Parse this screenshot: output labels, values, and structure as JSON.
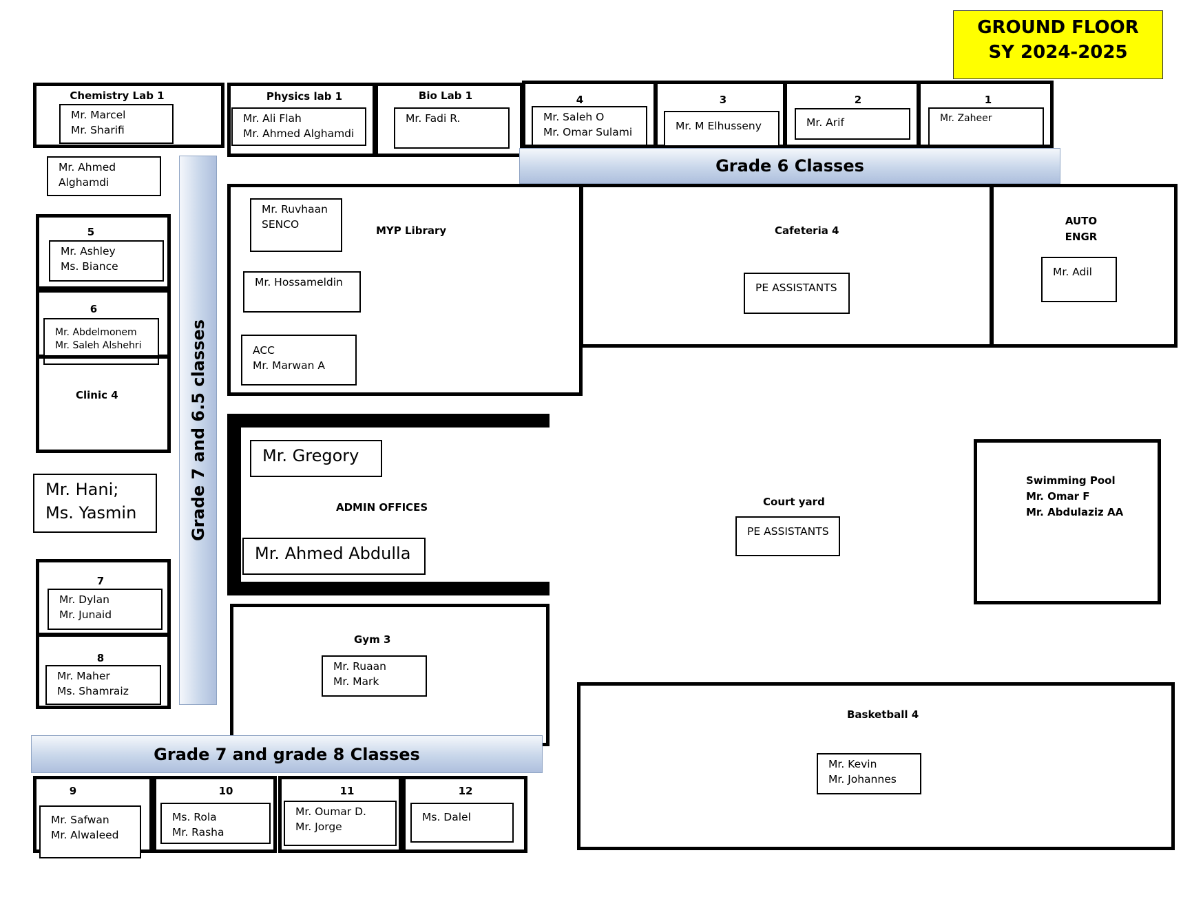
{
  "title": {
    "line1": "GROUND FLOOR",
    "line2": "SY 2024-2025"
  },
  "bands": {
    "grade6": "Grade 6 Classes",
    "grade78": "Grade 7 and grade 8 Classes",
    "grade7": "Grade 7 and 6.5  classes"
  },
  "labs": {
    "chemistry": {
      "label": "Chemistry Lab 1",
      "staff": "Mr. Marcel\nMr. Sharifi"
    },
    "physics": {
      "label": "Physics lab 1",
      "staff": "Mr. Ali Flah\nMr. Ahmed Alghamdi"
    },
    "bio": {
      "label": "Bio Lab 1",
      "staff": "Mr. Fadi R."
    }
  },
  "grade6_rooms": [
    {
      "number": "4",
      "staff": "Mr. Saleh O\nMr. Omar Sulami"
    },
    {
      "number": "3",
      "staff": "Mr. M Elhusseny"
    },
    {
      "number": "2",
      "staff": "Mr. Arif"
    },
    {
      "number": "1",
      "staff": "Mr. Zaheer"
    }
  ],
  "left_rooms": {
    "ahmed": "Mr. Ahmed\nAlghamdi",
    "room5": {
      "number": "5",
      "staff": "Mr. Ashley\nMs. Biance"
    },
    "room6": {
      "number": "6",
      "staff": "Mr. Abdelmonem\nMr. Saleh Alshehri"
    },
    "clinic": "Clinic 4",
    "hani": "Mr. Hani;\nMs. Yasmin",
    "room7": {
      "number": "7",
      "staff": "Mr. Dylan\nMr. Junaid"
    },
    "room8": {
      "number": "8",
      "staff": "Mr. Maher\nMs. Shamraiz"
    }
  },
  "library": {
    "label": "MYP Library",
    "ruvhaan": "Mr. Ruvhaan\nSENCO",
    "hossameldin": "Mr. Hossameldin",
    "acc": "ACC\nMr. Marwan A"
  },
  "cafeteria": {
    "label": "Cafeteria 4",
    "staff": "PE ASSISTANTS"
  },
  "auto": {
    "label": "AUTO\nENGR",
    "staff": "Mr. Adil"
  },
  "admin": {
    "label": "ADMIN OFFICES",
    "gregory": "Mr. Gregory",
    "abdulla": "Mr. Ahmed Abdulla"
  },
  "courtyard": {
    "label": "Court yard",
    "staff": "PE ASSISTANTS"
  },
  "pool": {
    "text": "Swimming Pool\nMr. Omar F\nMr. Abdulaziz AA"
  },
  "gym": {
    "label": "Gym 3",
    "staff": "Mr. Ruaan\nMr. Mark"
  },
  "basketball": {
    "label": "Basketball 4",
    "staff": "Mr. Kevin\nMr. Johannes"
  },
  "bottom_rooms": [
    {
      "number": "9",
      "staff": "Mr. Safwan\nMr. Alwaleed"
    },
    {
      "number": "10",
      "staff": "Ms. Rola\nMr. Rasha"
    },
    {
      "number": "11",
      "staff": "Mr. Oumar D.\nMr. Jorge"
    },
    {
      "number": "12",
      "staff": "Ms. Dalel"
    }
  ]
}
